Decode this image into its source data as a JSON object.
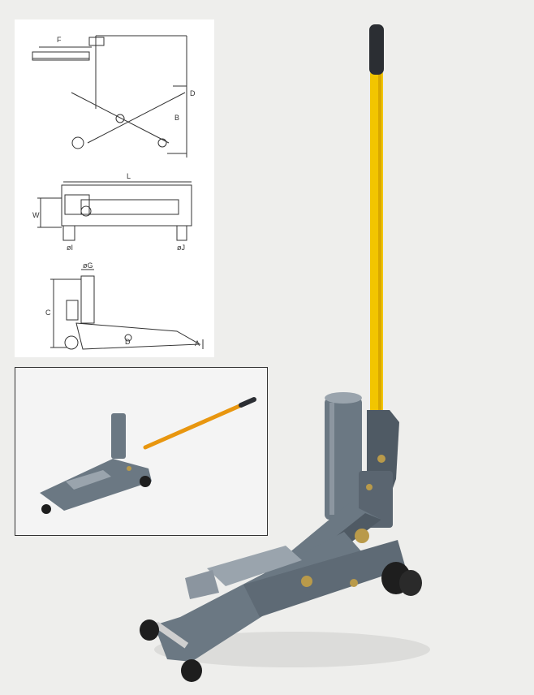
{
  "drawing": {
    "labels": {
      "F": "F",
      "D_top": "D",
      "B": "B",
      "L": "L",
      "W": "W",
      "I": "øI",
      "J": "øJ",
      "G": "øG",
      "C": "C",
      "D_side": "D",
      "A": "A"
    }
  },
  "colors": {
    "jack_body": "#6b7883",
    "jack_body_dark": "#4f5a64",
    "handle": "#f2c500",
    "handle_inset": "#e8960f",
    "grip": "#2b2e33",
    "wheel": "#1e1e1e",
    "brass": "#b99a4a"
  }
}
